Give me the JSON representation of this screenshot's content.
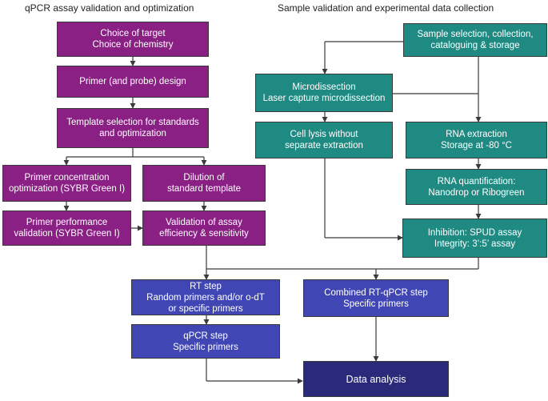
{
  "colors": {
    "purple": "#8a1f84",
    "teal": "#1f8a82",
    "blue": "#4047b5",
    "navy": "#2b2a7a",
    "line": "#3a3a3a"
  },
  "headings": {
    "left": "qPCR assay validation and optimization",
    "right": "Sample validation and experimental data collection"
  },
  "boxes": {
    "choice_target": "Choice of target\nChoice of chemistry",
    "primer_design": "Primer (and probe) design",
    "template_selection": "Template selection for standards\nand optimization",
    "primer_concentration": "Primer concentration\noptimization (SYBR Green I)",
    "dilution": "Dilution of\nstandard template",
    "primer_performance": "Primer performance\nvalidation (SYBR Green I)",
    "validation_assay": "Validation of assay\nefficiency & sensitivity",
    "sample_selection": "Sample selection, collection,\ncataloguing & storage",
    "microdissection": "Microdissection\nLaser capture microdissection",
    "cell_lysis": "Cell lysis without\nseparate extraction",
    "rna_extraction": "RNA extraction\nStorage at -80 °C",
    "rna_quant": "RNA quantification:\nNanodrop or Ribogreen",
    "inhibition": "Inhibition: SPUD assay\nIntegrity: 3’:5’ assay",
    "rt_step": "RT step\nRandom primers and/or o-dT\nor specific primers",
    "combined": "Combined RT-qPCR step\nSpecific primers",
    "qpcr_step": "qPCR step\nSpecific primers",
    "data_analysis": "Data analysis"
  }
}
